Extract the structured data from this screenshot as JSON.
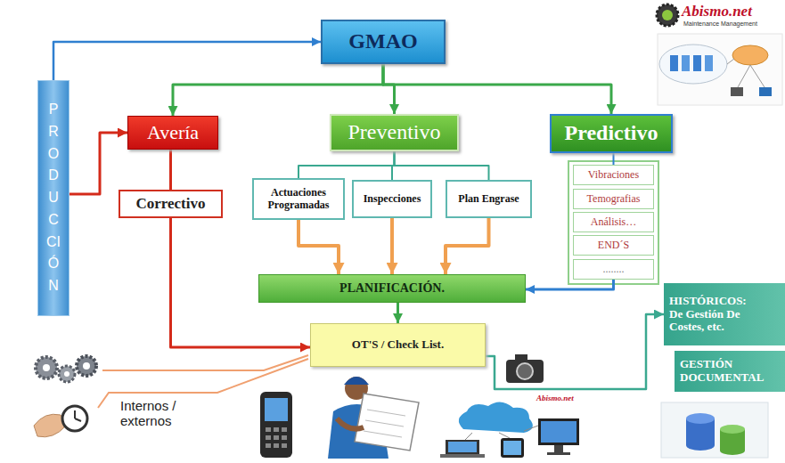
{
  "diagram": {
    "nodes": [
      {
        "text": [
          "PRODUCCIÓN"
        ]
      },
      {
        "text": [
          "GMAO"
        ]
      },
      {
        "text": [
          "Avería"
        ]
      },
      {
        "text": [
          "Preventivo"
        ]
      },
      {
        "text": [
          "Predictivo"
        ]
      },
      {
        "text": [
          "Correctivo"
        ]
      },
      {
        "text": [
          "Actuaciones Programadas"
        ]
      },
      {
        "text": [
          "Inspecciones"
        ]
      },
      {
        "text": [
          "Plan Engrase"
        ]
      },
      {
        "text": [
          "Vibraciones"
        ]
      },
      {
        "text": [
          "Temografias"
        ]
      },
      {
        "text": [
          "Análisis…"
        ]
      },
      {
        "text": [
          "END´S"
        ]
      },
      {
        "text": [
          "........"
        ]
      },
      {
        "text": [
          "PLANIFICACIÓN."
        ]
      },
      {
        "text": [
          "OT'S / Check List."
        ]
      },
      {
        "text": [
          "HISTÓRICOS:",
          "De Gestión De Costes, etc."
        ]
      },
      {
        "text": [
          "GESTIÓN DOCUMENTAL"
        ]
      }
    ],
    "edges": [
      {
        "from": 0,
        "to": 1,
        "arrow": "to"
      },
      {
        "from": 0,
        "to": 2,
        "arrow": "to"
      },
      {
        "from": 1,
        "to": 2,
        "arrow": "to"
      },
      {
        "from": 1,
        "to": 3,
        "arrow": "to"
      },
      {
        "from": 1,
        "to": 4,
        "arrow": "to"
      },
      {
        "from": 2,
        "to": 5,
        "arrow": "none"
      },
      {
        "from": 3,
        "to": 6,
        "arrow": "none"
      },
      {
        "from": 3,
        "to": 7,
        "arrow": "none"
      },
      {
        "from": 3,
        "to": 8,
        "arrow": "none"
      },
      {
        "from": 4,
        "to": 9,
        "arrow": "none"
      },
      {
        "from": 6,
        "to": 14,
        "arrow": "to"
      },
      {
        "from": 7,
        "to": 14,
        "arrow": "to"
      },
      {
        "from": 8,
        "to": 14,
        "arrow": "to"
      },
      {
        "from": 13,
        "to": 14,
        "arrow": "to"
      },
      {
        "from": 14,
        "to": 15,
        "arrow": "to"
      },
      {
        "from": 5,
        "to": 15,
        "arrow": "to"
      },
      {
        "from": 15,
        "to": 16,
        "arrow": "to"
      }
    ],
    "labels": [
      "Internos / externos",
      "Abismo.net",
      "Maintenance Management",
      "Abismo.net"
    ]
  }
}
